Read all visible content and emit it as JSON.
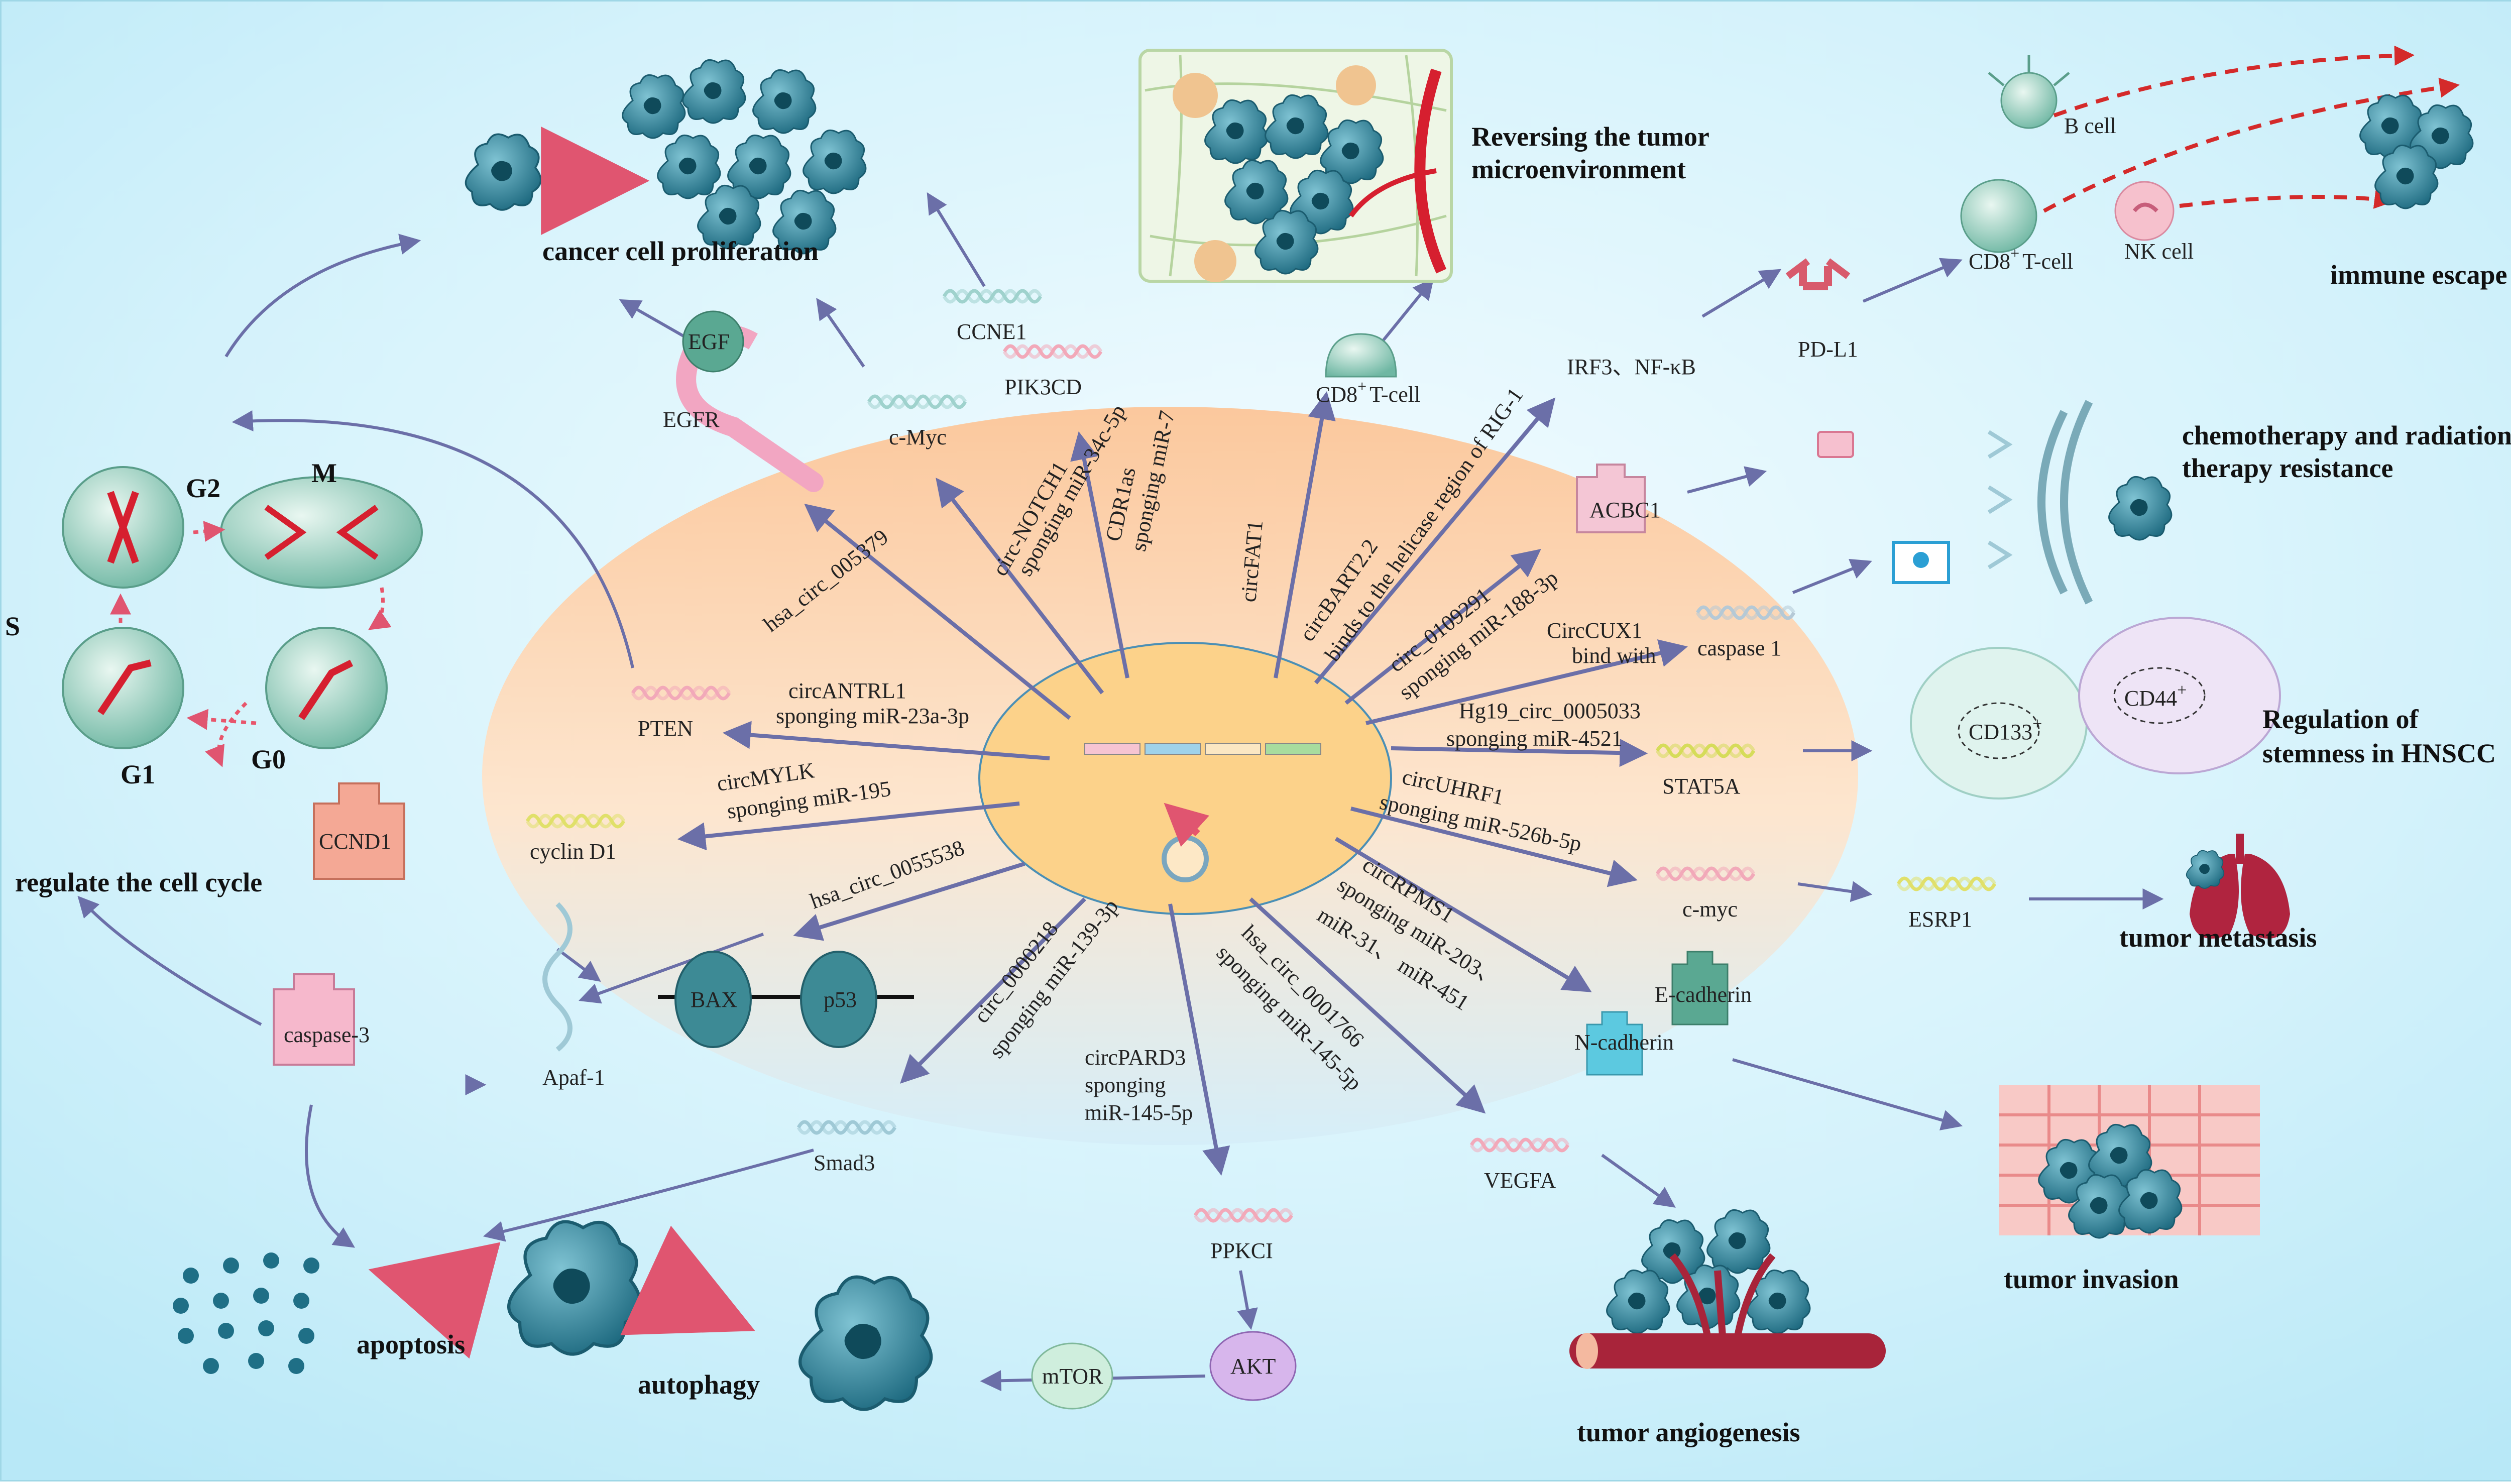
{
  "outcomes": {
    "proliferation": "cancer cell proliferation",
    "microenvironment": [
      "Reversing the tumor",
      "microenvironment"
    ],
    "immune_escape": "immune escape",
    "chemo": [
      "chemotherapy and radiation",
      "therapy  resistance"
    ],
    "stemness": [
      "Regulation of",
      "stemness in HNSCC"
    ],
    "metastasis": "tumor metastasis",
    "invasion": "tumor invasion",
    "angiogenesis": "tumor angiogenesis",
    "autophagy": "autophagy",
    "apoptosis": "apoptosis",
    "cell_cycle": "regulate the cell cycle"
  },
  "cell_cycle_phases": {
    "g2": "G2",
    "m": "M",
    "s": "S",
    "g1": "G1",
    "g0": "G0"
  },
  "targets": {
    "ccne1": "CCNE1",
    "pik3cd": "PIK3CD",
    "cmyc_top": "c-Myc",
    "egf": "EGF",
    "egfr": "EGFR",
    "cd8_top": "CD8",
    "cd8_top_sup": "+",
    "cd8_top_tail": "T-cell",
    "irf3": "IRF3、NF-κB",
    "pdl1": "PD-L1",
    "bcell": "B cell",
    "cd8_right": "CD8",
    "cd8_right_sup": "+",
    "cd8_right_tail": "T-cell",
    "nkcell": "NK cell",
    "acbc1": "ACBC1",
    "caspase1": "caspase 1",
    "cd133": "CD133",
    "cd133_sup": "+",
    "cd44": "CD44",
    "cd44_sup": "+",
    "stat5a": "STAT5A",
    "cmyc_right": "c-myc",
    "esrp1": "ESRP1",
    "ecadherin": "E-cadherin",
    "ncadherin": "N-cadherin",
    "vegfa": "VEGFA",
    "ppkci": "PPKCI",
    "akt": "AKT",
    "mtor": "mTOR",
    "smad3": "Smad3",
    "bax": "BAX",
    "p53": "p53",
    "apaf1": "Apaf-1",
    "caspase3": "caspase-3",
    "ccnd1": "CCND1",
    "cyclind1": "cyclin D1",
    "pten": "PTEN"
  },
  "circrnas": {
    "circ_005379": "hsa_circ_005379",
    "notch1": [
      "circ-NOTCH1",
      "sponging miR-34c-5p"
    ],
    "cdr1as": [
      "CDR1as",
      "sponging miR-7"
    ],
    "circfat1": "circFAT1",
    "bart22": [
      "circBART2.2",
      "binds to the helicase region of RIG-1"
    ],
    "circ_0109291": [
      "circ_0109291",
      "sponging miR-188-3p"
    ],
    "circcux1": [
      "CircCUX1",
      "bind with"
    ],
    "hg19": [
      "Hg19_circ_0005033",
      "sponging miR-4521"
    ],
    "circuhrf1": [
      "circUHRF1",
      "sponging miR-526b-5p"
    ],
    "circrpms1": [
      "circRPMS1",
      "sponging miR-203、",
      "miR-31、 miR-451"
    ],
    "circ_0001766": [
      "hsa_circ_0001766",
      "sponging miR-145-5p"
    ],
    "circpard3": [
      "circPARD3",
      "sponging",
      "miR-145-5p"
    ],
    "circ_0000218": [
      "circ_0000218",
      "sponging miR-139-3p"
    ],
    "circ_0055538": "hsa_circ_0055538",
    "circmylk": [
      "circMYLK",
      "sponging miR-195"
    ],
    "circantrl1": [
      "circANTRL1",
      "sponging miR-23a-3p"
    ]
  },
  "colors": {
    "arrow": "#6b6fa8",
    "nucleus": "#fcd28a",
    "cell_top": "#fbc9a0",
    "cell_bottom": "#d7effb",
    "tumor_cell": "#2f7f95",
    "red_arrow": "#e8556b"
  }
}
